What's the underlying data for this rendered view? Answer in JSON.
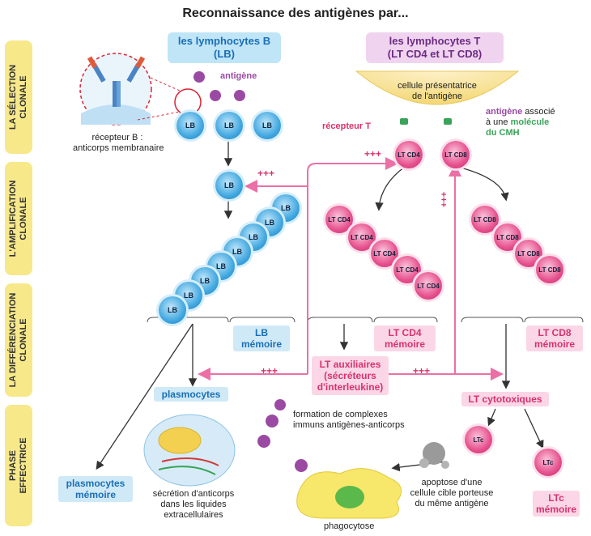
{
  "title": "Reconnaissance des antigènes par...",
  "phases": [
    "LA SÉLECTION\nCLONALE",
    "L'AMPLIFICATION\nCLONALE",
    "LA DIFFÉRENCIATION\nCLONALE",
    "PHASE\nEFFECTRICE"
  ],
  "headers": {
    "b": "les lymphocytes B\n(LB)",
    "t": "les lymphocytes T\n(LT CD4 et LT CD8)"
  },
  "labels": {
    "antigene": "antigène",
    "recepteur_b": "récepteur B :\nanticorps membranaire",
    "cpa": "cellule présentatrice\nde l'antigène",
    "recepteur_t": "récepteur T",
    "antigene_associe_1": "antigène",
    "antigene_associe_2": " associé\nà une ",
    "antigene_associe_3": "molécule\ndu CMH",
    "lb": "LB",
    "ltcd4": "LT CD4",
    "ltcd8": "LT CD8",
    "ltc": "LTc",
    "plus": "+++",
    "lb_memoire": "LB\nmémoire",
    "ltcd4_memoire": "LT CD4\nmémoire",
    "ltcd8_memoire": "LT CD8\nmémoire",
    "lt_auxiliaires": "LT auxiliaires\n(sécréteurs\nd'interleukine)",
    "plasmocytes": "plasmocytes",
    "lt_cytotoxiques": "LT cytotoxiques",
    "formation": "formation de complexes\nimmuns antigènes-anticorps",
    "plasmocytes_memoire": "plasmocytes\nmémoire",
    "secretion": "sécrétion d'anticorps\ndans les liquides\nextracellulaires",
    "phagocytose": "phagocytose",
    "apoptose": "apoptose d'une\ncellule cible porteuse\ndu même antigène",
    "ltc_memoire": "LTc\nmémoire"
  },
  "colors": {
    "b_cell": "#42a8e0",
    "t_cell": "#e6508d",
    "phase_bg": "#f7e88a",
    "pink_line": "#ec6fa6",
    "antigen": "#9a4aa3"
  }
}
